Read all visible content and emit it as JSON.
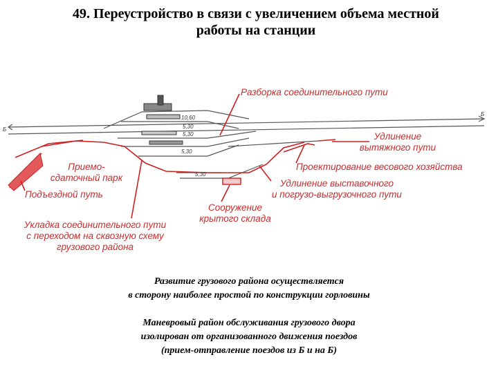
{
  "title": {
    "line1": "49. Переустройство в связи с увеличением объема местной",
    "line2": "работы на станции"
  },
  "labels": {
    "dismantle": "Разборка соединительного пути",
    "extend_pull_1": "Удлинение",
    "extend_pull_2": "вытяжного пути",
    "receive_1": "Приемо-",
    "receive_2": "сдаточный парк",
    "weighing": "Проектирование весового хозяйства",
    "access": "Подъездной путь",
    "extend_display_1": "Удлинение выставочного",
    "extend_display_2": "и погрузо-выгрузочного пути",
    "warehouse_1": "Сооружение",
    "warehouse_2": "крытого склада",
    "connect_1": "Укладка соединительного пути",
    "connect_2": "с переходом на сквозную схему",
    "connect_3": "грузового района"
  },
  "track_marks": {
    "b_right": "Б",
    "b_left": "Б",
    "m1": "10,60",
    "m2": "5,30",
    "m3": "5,30",
    "m4": "5,30",
    "m5": "5,30"
  },
  "notes": {
    "n1_line1": "Развитие грузового района осуществляется",
    "n1_line2": "в сторону наиболее простой по конструкции горловины",
    "n2_line1": "Маневровый район обслуживания грузового двора",
    "n2_line2": "изолирован от организованного движения поездов",
    "n2_line3": "(прием-отправление поездов из Б и на Б)"
  },
  "colors": {
    "accent_red": "#cc2b2b",
    "track_gray": "#555555"
  }
}
